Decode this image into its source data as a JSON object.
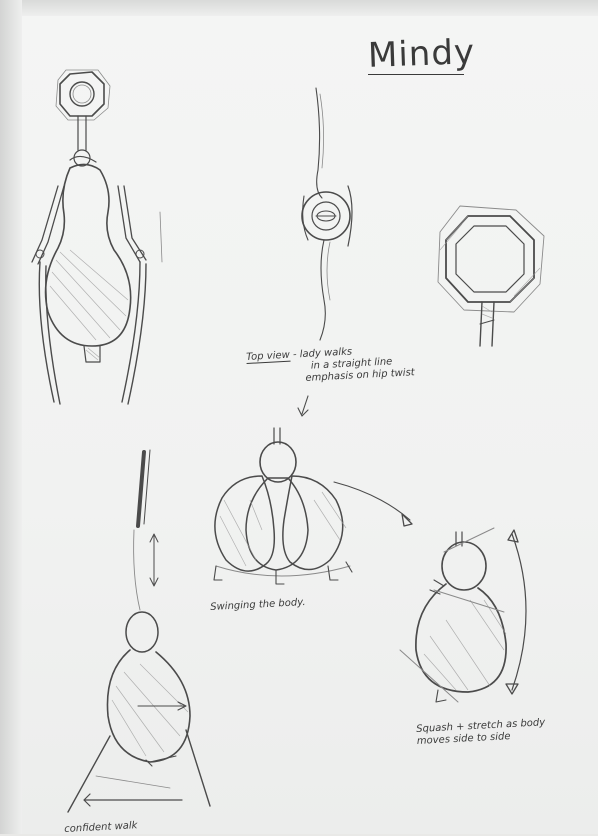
{
  "title": "Mindy",
  "notes": {
    "top_view_label": "Top view",
    "top_view_text_1": "- lady walks",
    "top_view_text_2": "in a straight line",
    "top_view_text_3": "emphasis on hip twist",
    "swing_text": "Swinging the body.",
    "squash_text_1": "Squash + stretch as body",
    "squash_text_2": "moves side to side",
    "confident_text": "confident walk"
  }
}
